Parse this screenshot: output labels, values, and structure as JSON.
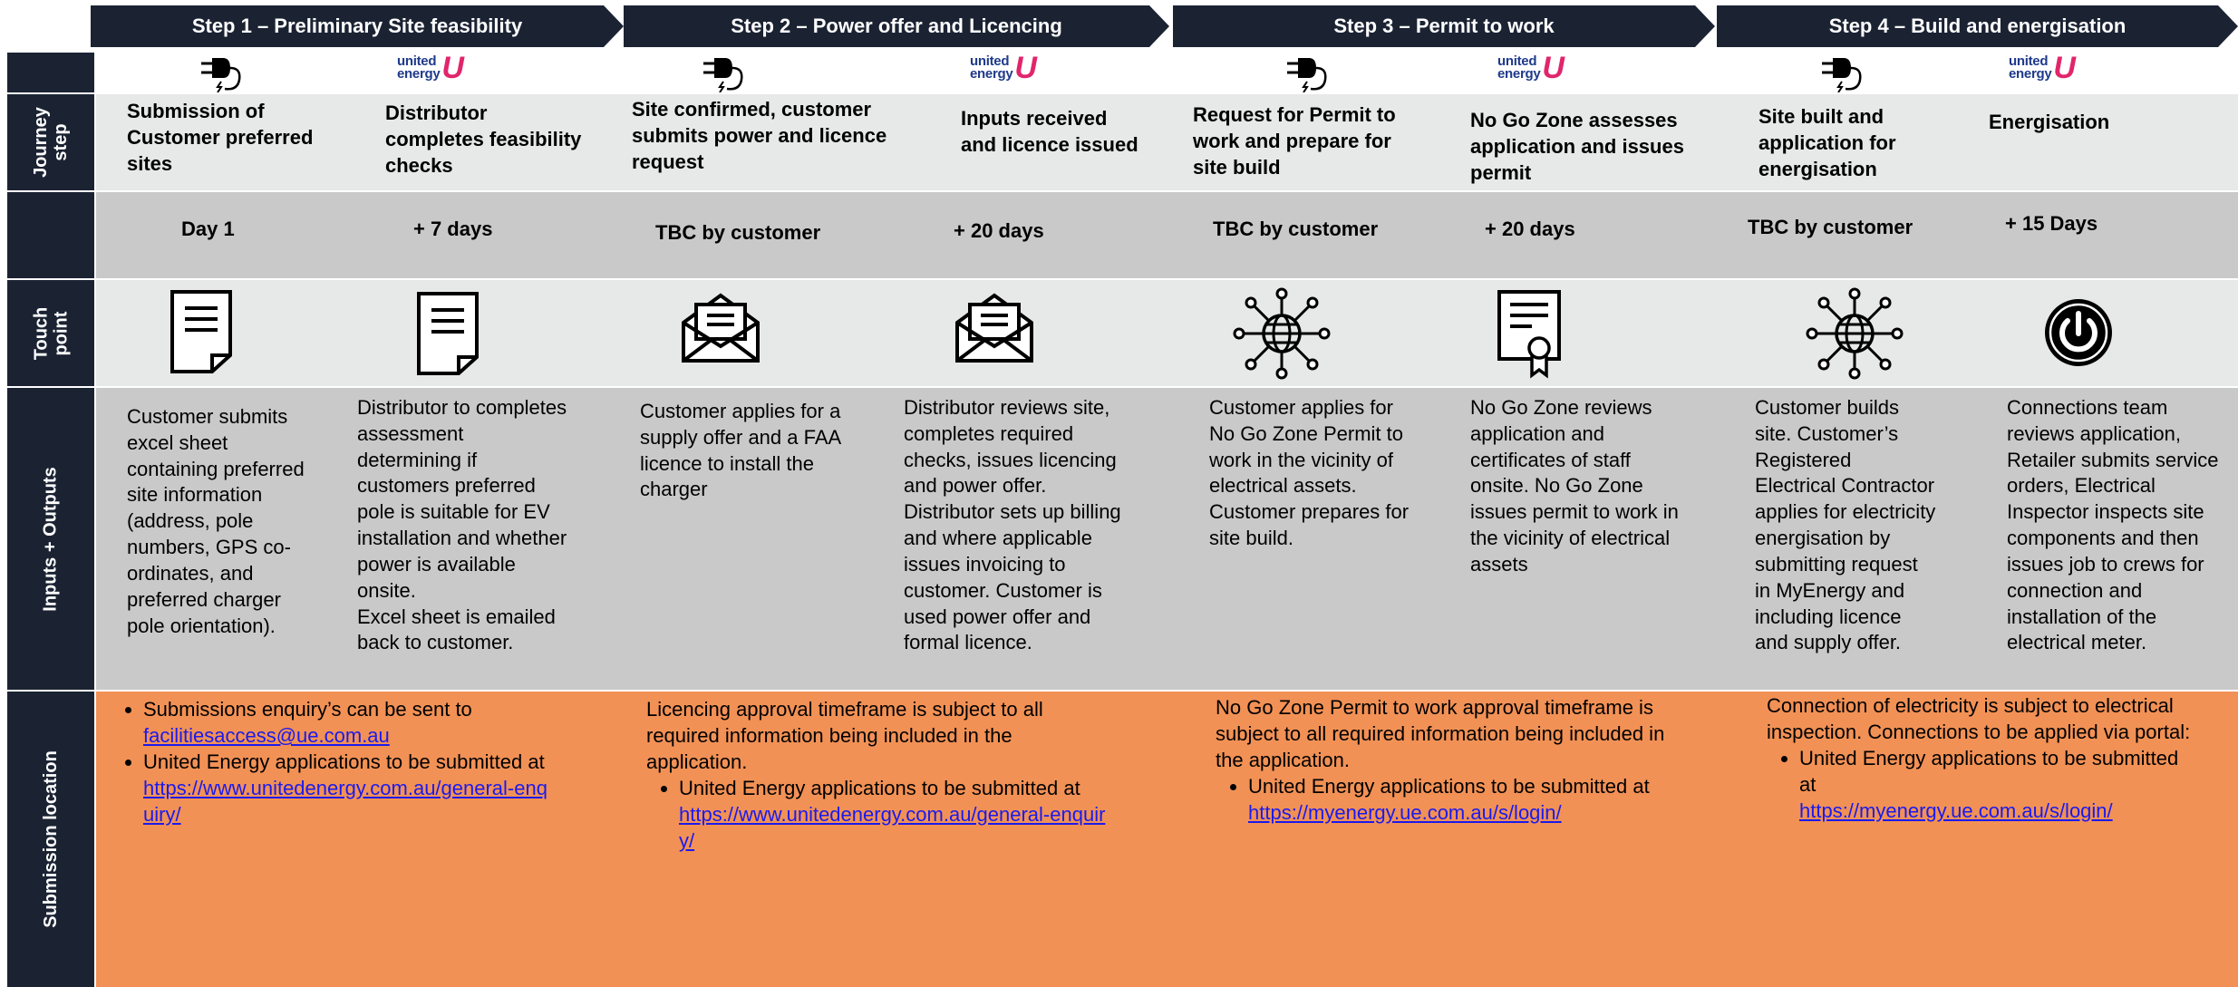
{
  "steps": [
    "Step 1 – Preliminary Site feasibility",
    "Step 2 – Power offer and Licencing",
    "Step 3 – Permit to work",
    "Step 4 – Build and energisation"
  ],
  "row_labels": {
    "journey": "Journey\nstep",
    "touch": "Touch\npoint",
    "io": "Inputs + Outputs",
    "submission": "Submission location"
  },
  "logo": {
    "line1": "united",
    "line2": "energy",
    "mark": "U"
  },
  "columns": [
    {
      "actor": "plug-icon",
      "journey": "Submission of Customer preferred sites",
      "duration": "Day 1",
      "touch_icon": "document-icon",
      "io": "Customer submits excel sheet containing preferred site information (address, pole numbers, GPS co-ordinates, and preferred charger pole orientation)."
    },
    {
      "actor": "united-energy-logo",
      "journey": "Distributor completes feasibility checks",
      "duration": "+ 7 days",
      "touch_icon": "document-icon",
      "io": "Distributor to completes assessment determining if customers preferred pole is suitable for EV installation and whether power is available onsite.\nExcel sheet is emailed back to customer."
    },
    {
      "actor": "plug-icon",
      "journey": "Site confirmed, customer submits power and licence request",
      "duration": "TBC by customer",
      "touch_icon": "envelope-icon",
      "io": "Customer applies for a supply offer and a FAA licence to install the charger"
    },
    {
      "actor": "united-energy-logo",
      "journey": "Inputs received and licence issued",
      "duration": "+ 20 days",
      "touch_icon": "envelope-icon",
      "io": "Distributor reviews site, completes required checks, issues licencing and power offer. Distributor sets up billing and where applicable issues invoicing to customer. Customer is used power offer and formal licence."
    },
    {
      "actor": "plug-icon",
      "journey": "Request for Permit to work and prepare for site build",
      "duration": "TBC by customer",
      "touch_icon": "network-globe-icon",
      "io": "Customer applies for No Go Zone Permit to work in the vicinity of electrical assets.\nCustomer prepares for site build."
    },
    {
      "actor": "united-energy-logo",
      "journey": "No Go Zone assesses application and issues permit",
      "duration": "+ 20 days",
      "touch_icon": "certificate-icon",
      "io": "No Go Zone reviews application and certificates of staff onsite. No Go Zone issues permit to work in the vicinity of electrical assets"
    },
    {
      "actor": "plug-icon",
      "journey": "Site built and application for energisation",
      "duration": "TBC by customer",
      "touch_icon": "network-globe-icon",
      "io": "Customer builds site. Customer’s Registered Electrical Contractor applies for electricity energisation by submitting request in MyEnergy and including licence and supply offer."
    },
    {
      "actor": "united-energy-logo",
      "journey": "Energisation",
      "duration": "+ 15 Days",
      "touch_icon": "power-button-icon",
      "io": "Connections team reviews application, Retailer submits service orders, Electrical Inspector inspects site components and then issues job to crews for connection and installation of the electrical meter."
    }
  ],
  "submission": {
    "s1": {
      "b1_text": "Submissions enquiry’s can be sent to",
      "b1_link": "facilitiesaccess@ue.com.au",
      "b2_text": "United Energy applications to be submitted at",
      "b2_link": "https://www.unitedenergy.com.au/general-enquiry/"
    },
    "s2": {
      "intro": "Licencing approval timeframe is subject to all required information being included in the application.",
      "b1_text": "United Energy applications to be submitted at",
      "b1_link": "https://www.unitedenergy.com.au/general-enquiry/"
    },
    "s3": {
      "intro": "No Go Zone Permit to work approval timeframe is subject to all required information being included in the application.",
      "b1_text": "United Energy applications to be submitted at",
      "b1_link": "https://myenergy.ue.com.au/s/login/"
    },
    "s4": {
      "intro": "Connection of electricity is subject to electrical inspection. Connections to be applied via portal:",
      "b1_text": "United Energy applications to be submitted at",
      "b1_link": "https://myenergy.ue.com.au/s/login/"
    }
  },
  "colors": {
    "navy": "#1b2333",
    "light_band": "#e7e8e8",
    "mid_band": "#c9c9c9",
    "orange": "#f29155",
    "link": "#1a1aee"
  }
}
